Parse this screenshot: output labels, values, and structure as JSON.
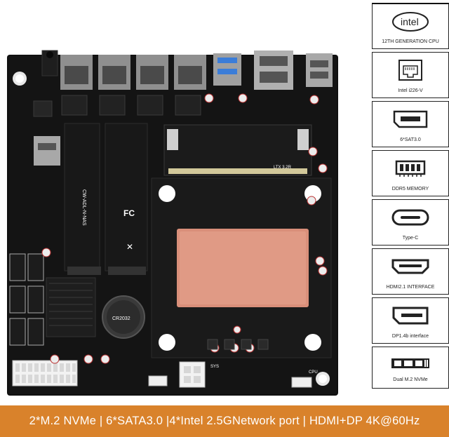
{
  "features": [
    {
      "icon": "intel-logo-icon",
      "logo_text": "intel",
      "label": "12TH GENERATION CPU"
    },
    {
      "icon": "ethernet-port-icon",
      "label": "Intel i226-V"
    },
    {
      "icon": "sata-port-icon",
      "label": "6*SAT3.0"
    },
    {
      "icon": "ddr5-memory-icon",
      "label": "DDR5 MEMORY"
    },
    {
      "icon": "usb-type-c-icon",
      "label": "Type-C"
    },
    {
      "icon": "hdmi-port-icon",
      "label": "HDMI2.1 INTERFACE"
    },
    {
      "icon": "displayport-icon",
      "label": "DP1.4b interface"
    },
    {
      "icon": "m2-nvme-ssd-icon",
      "label": "Dual M.2 NVMe"
    }
  ],
  "banner": {
    "text": "2*M.2 NVMe | 6*SATA3.0 |4*Intel 2.5GNetwork port | HDMI+DP 4K@60Hz",
    "color": "#d9822b"
  },
  "board": {
    "silk_model": "CW-ADL-N-NAS",
    "silk_fc": "FC",
    "silk_ltx": "LTX 3.2R",
    "silk_battery": "CR2032",
    "silk_sys": "SYS",
    "silk_cpu": "CPU"
  }
}
